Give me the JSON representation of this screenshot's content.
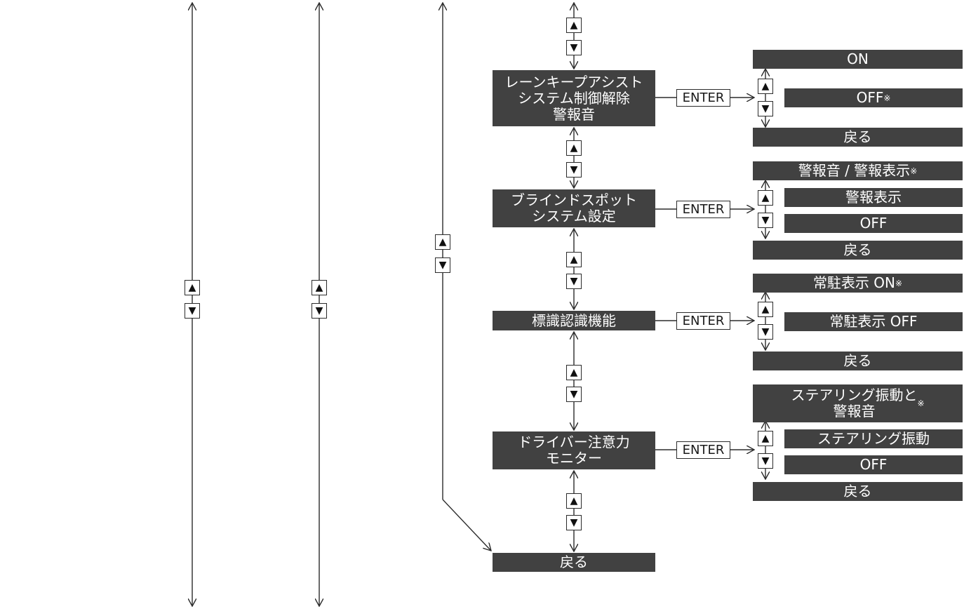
{
  "menu": {
    "items": [
      {
        "label": "レーンキープアシスト\nシステム制御解除\n警報音",
        "options": [
          {
            "label": "ON"
          },
          {
            "label": "OFF",
            "note": "※"
          },
          {
            "label": "戻る"
          }
        ]
      },
      {
        "label": "ブラインドスポット\nシステム設定",
        "options": [
          {
            "label": "警報音 / 警報表示",
            "note": "※"
          },
          {
            "label": "警報表示"
          },
          {
            "label": "OFF"
          },
          {
            "label": "戻る"
          }
        ]
      },
      {
        "label": "標識認識機能",
        "options": [
          {
            "label": "常駐表示 ON",
            "note": "※"
          },
          {
            "label": "常駐表示 OFF"
          },
          {
            "label": "戻る"
          }
        ]
      },
      {
        "label": "ドライバー注意力\nモニター",
        "options": [
          {
            "label": "ステアリング振動と\n警報音",
            "note": "※"
          },
          {
            "label": "ステアリング振動"
          },
          {
            "label": "OFF"
          },
          {
            "label": "戻る"
          }
        ]
      }
    ],
    "back_label": "戻る",
    "enter_label": "ENTER"
  },
  "symbols": {
    "up": "▲",
    "down": "▼"
  },
  "colors": {
    "box": "#414141",
    "line": "#2b2b2b"
  }
}
